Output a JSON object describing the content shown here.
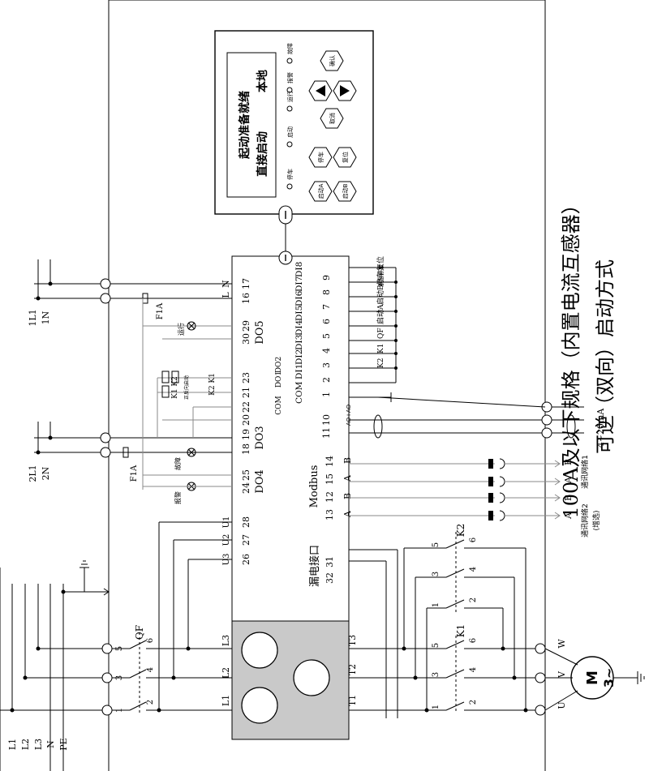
{
  "title": {
    "line1": "100A及以下规格（内置电流互感器）",
    "line2": "可逆（双向）启动方式"
  },
  "panel": {
    "display_line1": "起动准备就绪",
    "display_line2": "直接启动",
    "display_mode": "本地",
    "led_stop": "停车",
    "led_start": "启动",
    "led_run": "运行",
    "led_alarm": "报警",
    "led_fault": "故障",
    "btn_confirm": "确认",
    "btn_cancel": "取消",
    "btn_stop": "停车",
    "btn_reset": "复位",
    "btn_start_a": "启动A",
    "btn_start_b": "启动B"
  },
  "supply": {
    "lines": [
      "L1",
      "L2",
      "L3",
      "N",
      "PE"
    ],
    "aux1": [
      "1L1",
      "1N"
    ],
    "aux2": [
      "2L1",
      "2N"
    ],
    "fuse": "F1A",
    "breaker": "QF",
    "qf_top": [
      "1",
      "3",
      "5"
    ],
    "qf_bottom": [
      "2",
      "4",
      "6"
    ]
  },
  "device": {
    "phase_in": [
      "L1",
      "L2",
      "L3"
    ],
    "phase_out": [
      "T1",
      "T2",
      "T3"
    ],
    "power": [
      "L",
      "N"
    ],
    "power_pins": [
      "16",
      "17"
    ],
    "do5_pins": [
      "30",
      "29"
    ],
    "do5": "DO5",
    "do12_pins": [
      "23",
      "21",
      "22"
    ],
    "do12_labels": [
      "DO1",
      "DO2"
    ],
    "com": "COM",
    "do3_pins": [
      "20",
      "19",
      "18"
    ],
    "do3": "DO3",
    "do4_pins": [
      "25",
      "24"
    ],
    "do4": "DO4",
    "u_labels": [
      "U3",
      "U2",
      "U1"
    ],
    "u_pins": [
      "26",
      "27",
      "28"
    ],
    "di_header": [
      "COM",
      "DI1",
      "DI2",
      "DI3",
      "DI4",
      "DI5",
      "DI6",
      "DI7",
      "DI8"
    ],
    "di_pins": [
      "1",
      "2",
      "3",
      "4",
      "5",
      "6",
      "7",
      "8",
      "9"
    ],
    "ao_pins": [
      "11",
      "10"
    ],
    "ao_labels": [
      "AO+",
      "AO-"
    ],
    "modbus": "Modbus",
    "modbus_pins": [
      "13",
      "12",
      "15",
      "14"
    ],
    "modbus_labels": [
      "A",
      "B",
      "A",
      "B"
    ],
    "leak_label": "漏电接口",
    "leak_pins": [
      "32",
      "31"
    ]
  },
  "io": {
    "lamp_run": "运行",
    "lamp_fault": "故障",
    "lamp_alarm": "报警",
    "relay_k1k2": "K1 K2",
    "relay_note": "正反向启动",
    "relay_k2k1": "K2 K1",
    "di_inputs": [
      "K2",
      "K1",
      "QF",
      "启动A",
      "启动B",
      "停车",
      "复位",
      "紧急停车"
    ],
    "ao_range": "4~20mA",
    "net1": "通讯网络1",
    "net2": "通讯网络2",
    "net2_note": "(增选)",
    "net_ab": [
      "A",
      "B",
      "A",
      "B"
    ]
  },
  "contactors": {
    "k1": "K1",
    "k2": "K2",
    "k1_top": [
      "1",
      "3",
      "5"
    ],
    "k1_bottom": [
      "2",
      "4",
      "6"
    ],
    "k2_top": [
      "1",
      "3",
      "5"
    ],
    "k2_bottom": [
      "2",
      "4",
      "6"
    ]
  },
  "motor": {
    "label": "M",
    "phase": "3~",
    "terminals": [
      "U",
      "V",
      "W"
    ]
  }
}
